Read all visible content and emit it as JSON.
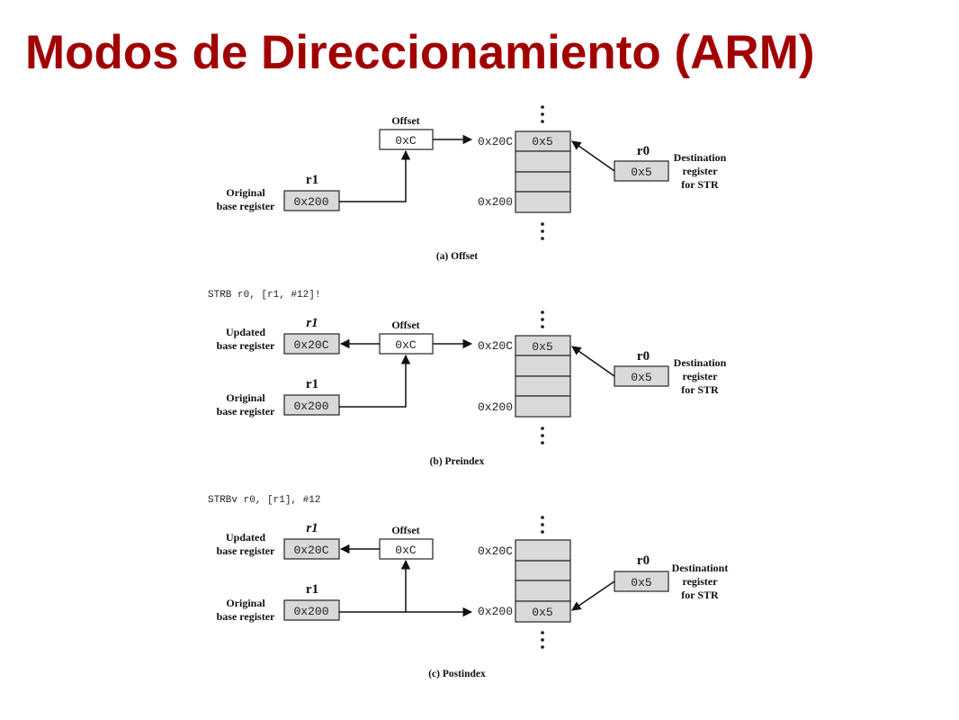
{
  "title": "Modos de Direccionamiento (ARM)",
  "colors": {
    "title": "#a00000",
    "register_fill": "#d9d9d9"
  },
  "panels": [
    {
      "caption": "(a) Offset",
      "instruction": "",
      "offset_label": "Offset",
      "offset_value": "0xC",
      "r1_label": "r1",
      "r1_value": "0x200",
      "r1_desc": [
        "Original",
        "base register"
      ],
      "r0_label": "r0",
      "r0_value": "0x5",
      "r0_desc": [
        "Destination",
        "register",
        "for STR"
      ],
      "mem_addr_top": "0x20C",
      "mem_addr_bottom": "0x200",
      "mem_top_value": "0x5",
      "mem_bottom_value": ""
    },
    {
      "caption": "(b) Preindex",
      "instruction": "STRB r0, [r1, #12]!",
      "offset_label": "Offset",
      "offset_value": "0xC",
      "updated_label": "r1",
      "updated_value": "0x20C",
      "updated_desc": [
        "Updated",
        "base register"
      ],
      "r1_label": "r1",
      "r1_value": "0x200",
      "r1_desc": [
        "Original",
        "base register"
      ],
      "r0_label": "r0",
      "r0_value": "0x5",
      "r0_desc": [
        "Destination",
        "register",
        "for STR"
      ],
      "mem_addr_top": "0x20C",
      "mem_addr_bottom": "0x200",
      "mem_top_value": "0x5",
      "mem_bottom_value": ""
    },
    {
      "caption": "(c) Postindex",
      "instruction": "STRBv r0, [r1], #12",
      "offset_label": "Offset",
      "offset_value": "0xC",
      "updated_label": "r1",
      "updated_value": "0x20C",
      "updated_desc": [
        "Updated",
        "base register"
      ],
      "r1_label": "r1",
      "r1_value": "0x200",
      "r1_desc": [
        "Original",
        "base register"
      ],
      "r0_label": "r0",
      "r0_value": "0x5",
      "r0_desc": [
        "Destinationt",
        "register",
        "for STR"
      ],
      "mem_addr_top": "0x20C",
      "mem_addr_bottom": "0x200",
      "mem_top_value": "",
      "mem_bottom_value": "0x5"
    }
  ]
}
